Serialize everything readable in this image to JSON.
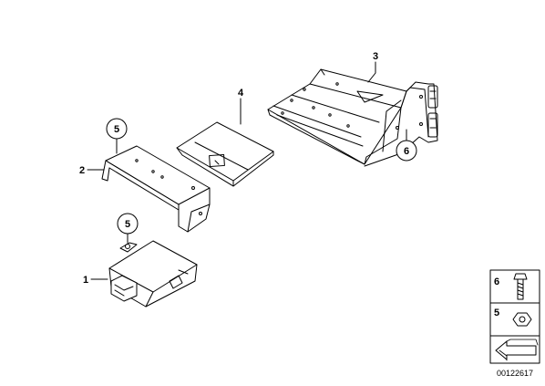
{
  "callouts": {
    "c1": "1",
    "c2": "2",
    "c3": "3",
    "c4": "4",
    "c5a": "5",
    "c5b": "5",
    "c6": "6"
  },
  "legend": {
    "item6": "6",
    "item5": "5"
  },
  "diagram_code": "00122617"
}
